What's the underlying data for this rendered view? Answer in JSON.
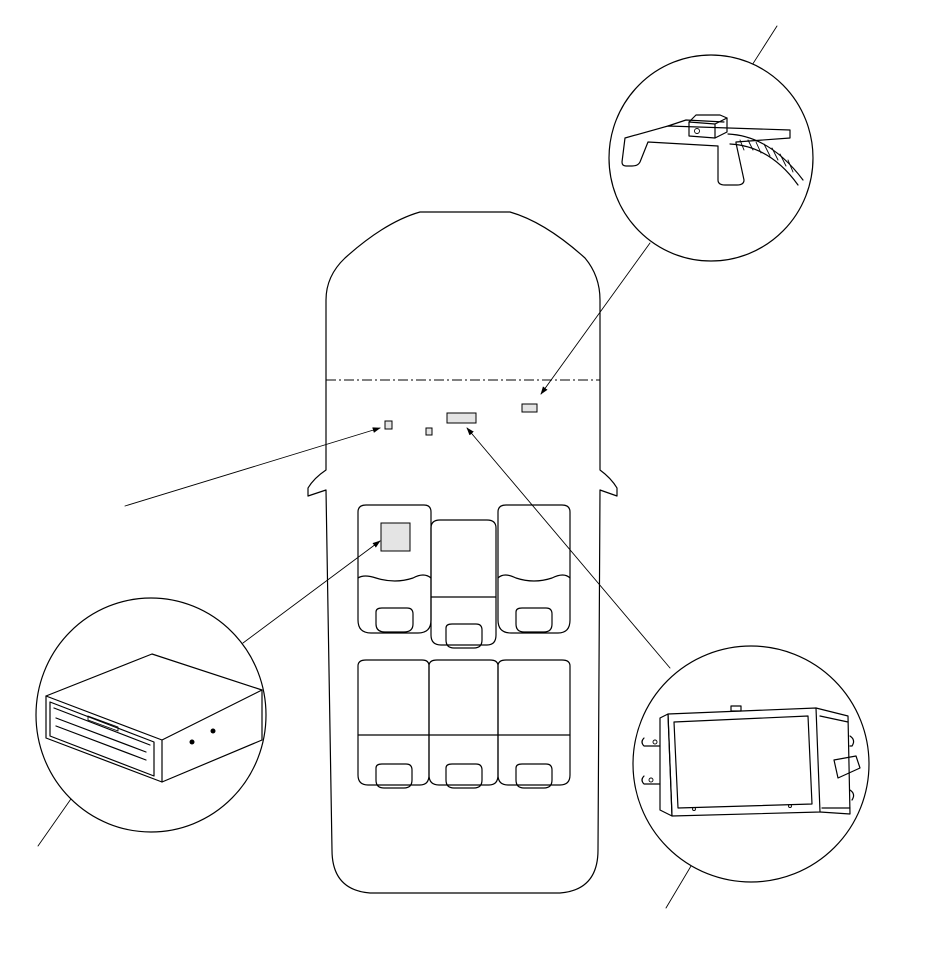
{
  "colors": {
    "line": "#000000",
    "background": "#ffffff",
    "component_fill": "#e4e4e4"
  },
  "components": [
    {
      "id": "sensor-bracket",
      "kind": "bracket-with-connector"
    },
    {
      "id": "dvd-changer",
      "kind": "box-unit-with-disc-slot"
    },
    {
      "id": "display-unit",
      "kind": "screen-monitor"
    },
    {
      "id": "small-sensor-left",
      "kind": "small-module"
    },
    {
      "id": "small-sensor-center",
      "kind": "small-module"
    }
  ],
  "icons": [
    "arrow-head"
  ]
}
